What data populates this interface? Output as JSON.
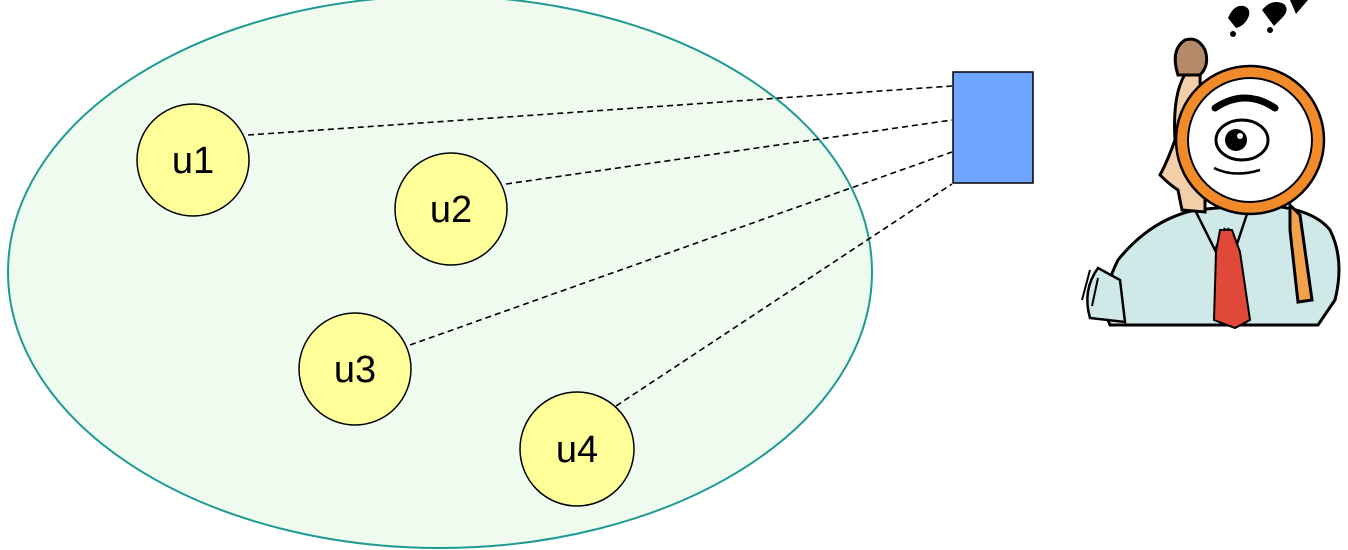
{
  "colors": {
    "background": "#ffffff",
    "ellipse_fill": "#eefbee",
    "ellipse_stroke": "#1f9a93",
    "node_fill": "#ffff99",
    "node_stroke": "#000000",
    "observer_box_fill": "#6ea6ff",
    "dashed_line": "#000000"
  },
  "nodes": [
    {
      "label": "u1"
    },
    {
      "label": "u2"
    },
    {
      "label": "u3"
    },
    {
      "label": "u4"
    }
  ],
  "icons": {
    "observer_box": "blue-rectangle",
    "observer_figure": "man-with-magnifying-glass-clipart"
  }
}
